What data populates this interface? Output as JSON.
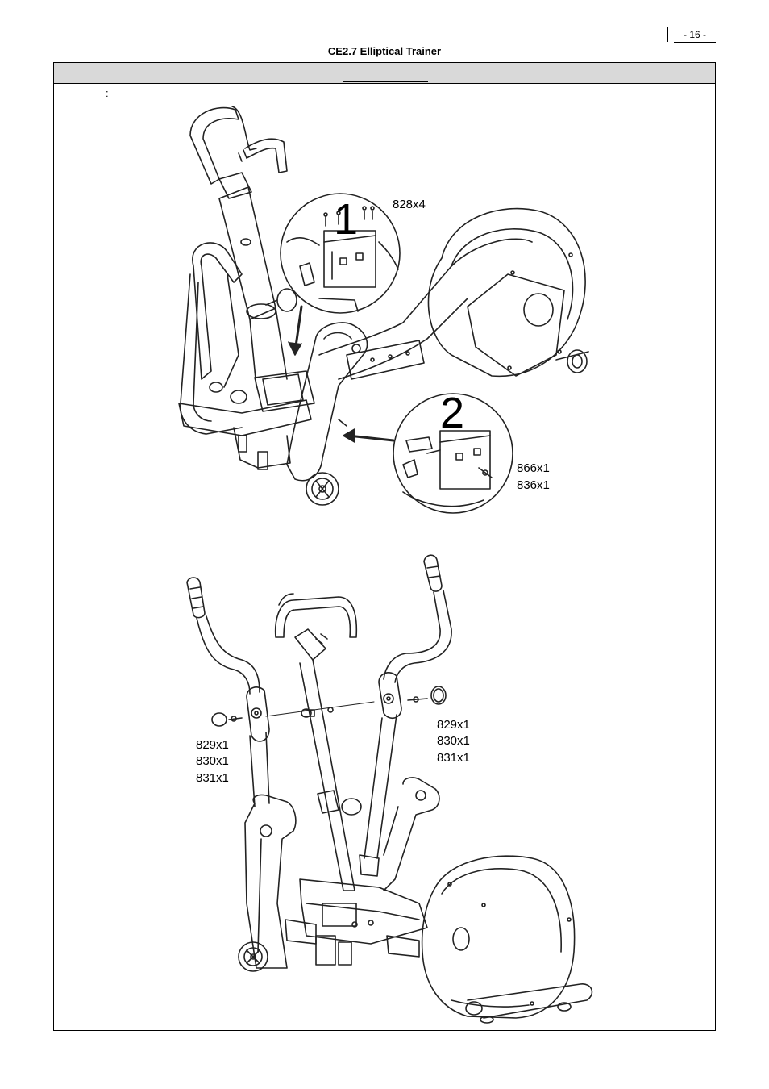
{
  "header": {
    "page_number": "- 16 -",
    "title": "CE2.7 Elliptical Trainer"
  },
  "step": {
    "band_text": "",
    "colon": ":"
  },
  "figure1": {
    "callout1": {
      "number": "1",
      "parts": [
        "828x4"
      ]
    },
    "callout2": {
      "number": "2",
      "parts": [
        "866x1",
        "836x1"
      ]
    }
  },
  "figure2": {
    "left_parts": [
      "829x1",
      "830x1",
      "831x1"
    ],
    "right_parts": [
      "829x1",
      "830x1",
      "831x1"
    ]
  }
}
